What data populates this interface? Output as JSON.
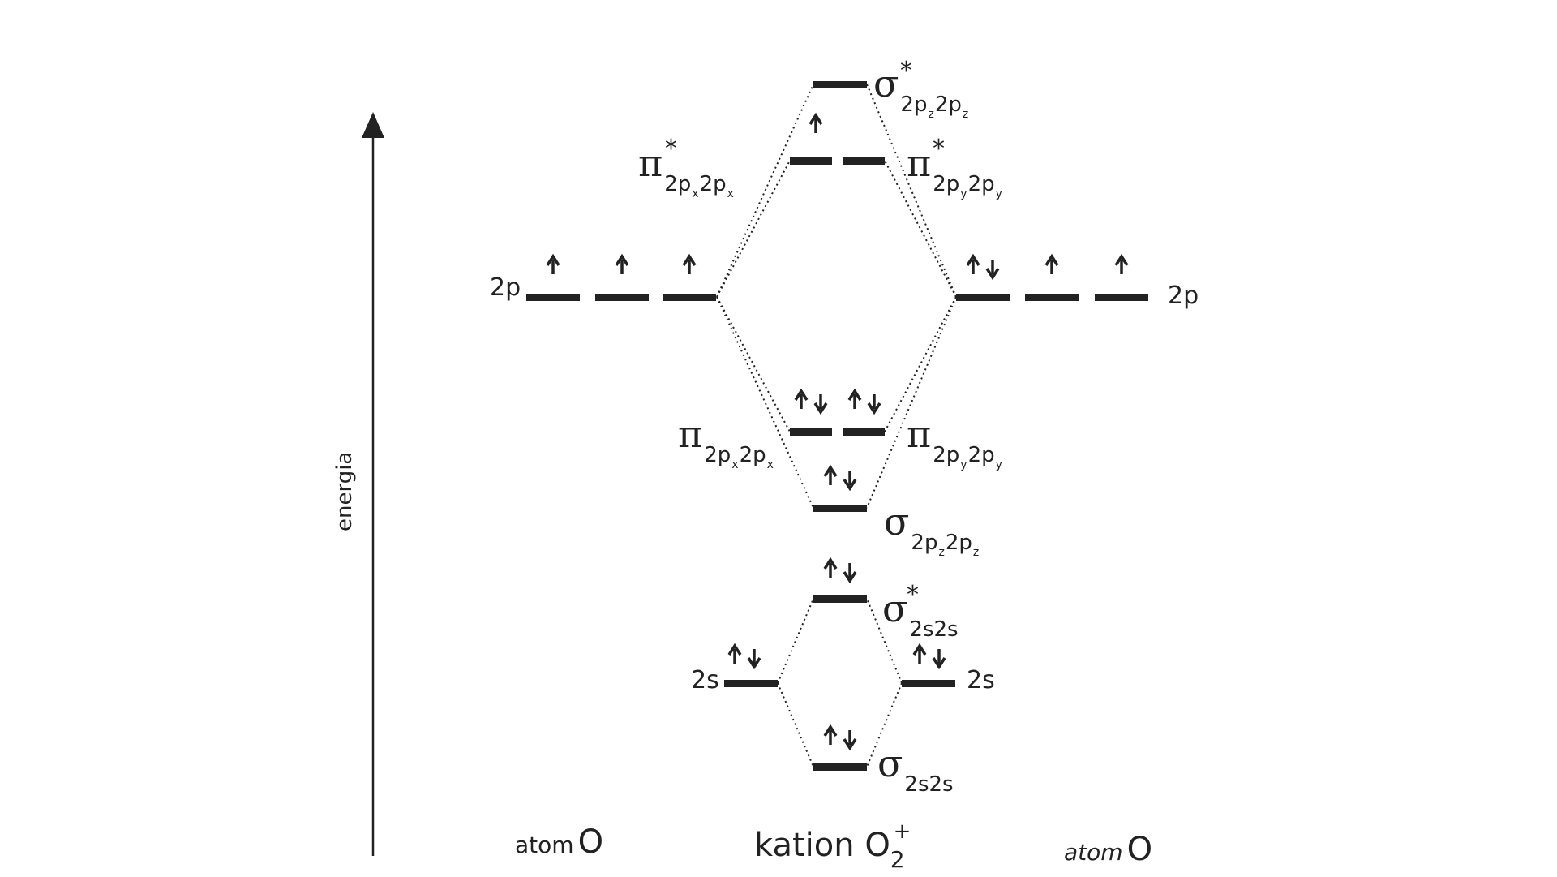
{
  "axis": {
    "label": "energia"
  },
  "atoms": {
    "left": {
      "prefix": "atom",
      "symbol": "O"
    },
    "right": {
      "prefix": "atom",
      "symbol": "O"
    }
  },
  "cation": {
    "prefix": "kation",
    "symbol": "O",
    "subscript": "2",
    "charge": "+"
  },
  "atomic_orbitals": {
    "left_2p": "2p",
    "right_2p": "2p",
    "left_2s": "2s",
    "right_2s": "2s"
  },
  "molecular_orbitals": {
    "sigma_star_2p": {
      "symbol": "σ",
      "star": "*",
      "sub_a": "2p",
      "sub_b": "z",
      "sub_c": "2p",
      "sub_d": "z"
    },
    "pi_star_x": {
      "symbol": "π",
      "star": "*",
      "sub_a": "2p",
      "sub_b": "x",
      "sub_c": "2p",
      "sub_d": "x"
    },
    "pi_star_y": {
      "symbol": "π",
      "star": "*",
      "sub_a": "2p",
      "sub_b": "y",
      "sub_c": "2p",
      "sub_d": "y"
    },
    "pi_x": {
      "symbol": "π",
      "sub_a": "2p",
      "sub_b": "x",
      "sub_c": "2p",
      "sub_d": "x"
    },
    "pi_y": {
      "symbol": "π",
      "sub_a": "2p",
      "sub_b": "y",
      "sub_c": "2p",
      "sub_d": "y"
    },
    "sigma_2p": {
      "symbol": "σ",
      "sub_a": "2p",
      "sub_b": "z",
      "sub_c": "2p",
      "sub_d": "z"
    },
    "sigma_star_2s": {
      "symbol": "σ",
      "star": "*",
      "sub": "2s2s"
    },
    "sigma_2s": {
      "symbol": "σ",
      "sub": "2s2s"
    }
  },
  "electrons": {
    "left_2p": [
      "up",
      "up",
      "up"
    ],
    "right_2p": [
      "updown",
      "up",
      "up"
    ],
    "left_2s": [
      "updown"
    ],
    "right_2s": [
      "updown"
    ],
    "sigma_star_2p": [],
    "pi_star": [
      "up",
      ""
    ],
    "pi": [
      "updown",
      "updown"
    ],
    "sigma_2p": [
      "updown"
    ],
    "sigma_star_2s": [
      "updown"
    ],
    "sigma_2s": [
      "updown"
    ]
  },
  "colors": {
    "line": "#222222",
    "background": "#ffffff"
  }
}
